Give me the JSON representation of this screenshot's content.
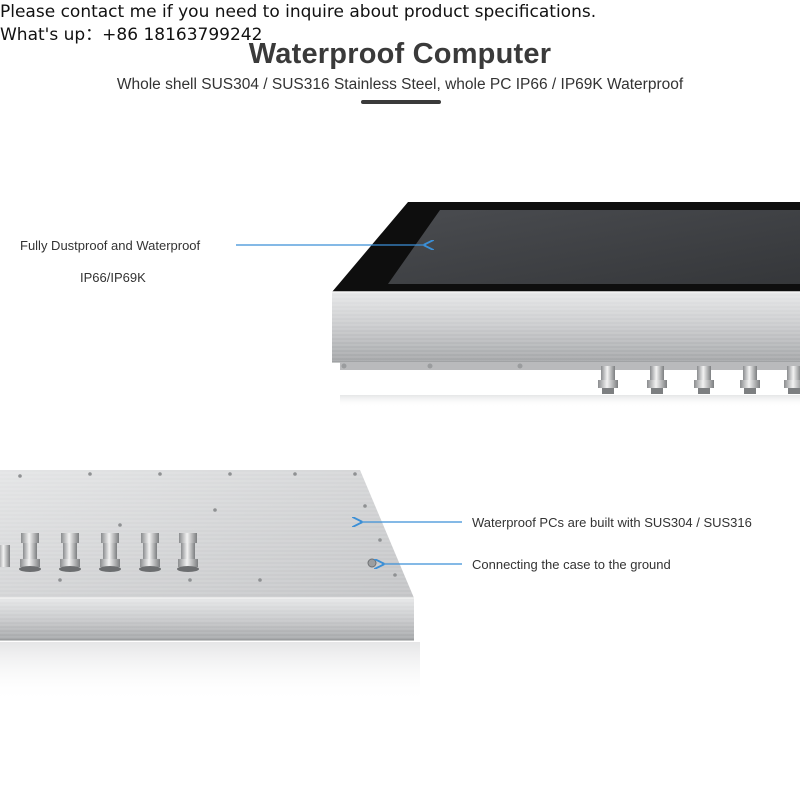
{
  "contact": {
    "line1": "Please contact me if you need to inquire about product specifications.",
    "line2": "What's up：+86 18163799242"
  },
  "header": {
    "title": "Waterproof Computer",
    "subtitle": "Whole shell SUS304 / SUS316 Stainless Steel, whole PC IP66 / IP69K Waterproof"
  },
  "callouts": {
    "top": {
      "line1": "Fully Dustproof and Waterproof",
      "line2": "IP66/IP69K"
    },
    "bottom": {
      "material": "Waterproof PCs are built with SUS304 / SUS316",
      "ground": "Connecting the case to the ground"
    }
  },
  "colors": {
    "arrow": "#3b8fd6",
    "steel_light": "#d8d9da",
    "steel_dark": "#a7a9ab",
    "screen": "#3d3f42",
    "bezel": "#111111"
  }
}
